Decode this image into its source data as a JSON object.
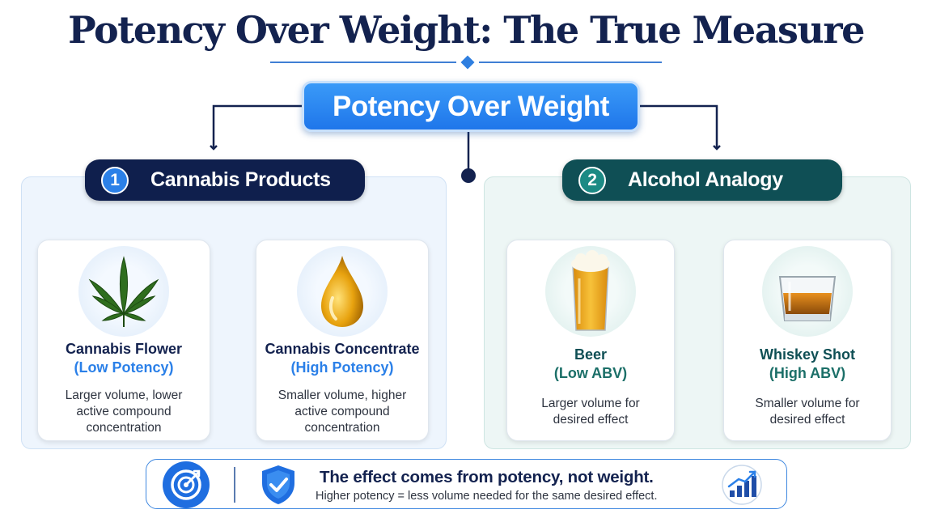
{
  "title": "Potency Over Weight: The True Measure",
  "root": {
    "label": "Potency Over Weight"
  },
  "categories": [
    {
      "number": "1",
      "label": "Cannabis Products",
      "items": [
        {
          "title": "Cannabis Flower",
          "subtitle": "(Low Potency)",
          "desc": [
            "Larger volume, lower",
            "active compound",
            "concentration"
          ],
          "icon": "cannabis-leaf-icon"
        },
        {
          "title": "Cannabis Concentrate",
          "subtitle": "(High Potency)",
          "desc": [
            "Smaller volume, higher",
            "active compound",
            "concentration"
          ],
          "icon": "oil-drop-icon"
        }
      ]
    },
    {
      "number": "2",
      "label": "Alcohol Analogy",
      "items": [
        {
          "title": "Beer",
          "subtitle": "(Low ABV)",
          "desc": [
            "Larger volume for",
            "desired effect"
          ],
          "icon": "beer-glass-icon"
        },
        {
          "title": "Whiskey Shot",
          "subtitle": "(High ABV)",
          "desc": [
            "Smaller volume for",
            "desired effect"
          ],
          "icon": "whiskey-glass-icon"
        }
      ]
    }
  ],
  "banner": {
    "main": "The effect comes from potency, not weight.",
    "sub": "Higher potency = less volume needed for the same desired effect.",
    "icons": [
      "target-icon",
      "shield-check-icon",
      "growth-chart-icon"
    ]
  },
  "colors": {
    "navy": "#13224f",
    "primary_blue": "#2b80e8",
    "teal": "#0f4f55",
    "teal_accent": "#1b8a84"
  }
}
